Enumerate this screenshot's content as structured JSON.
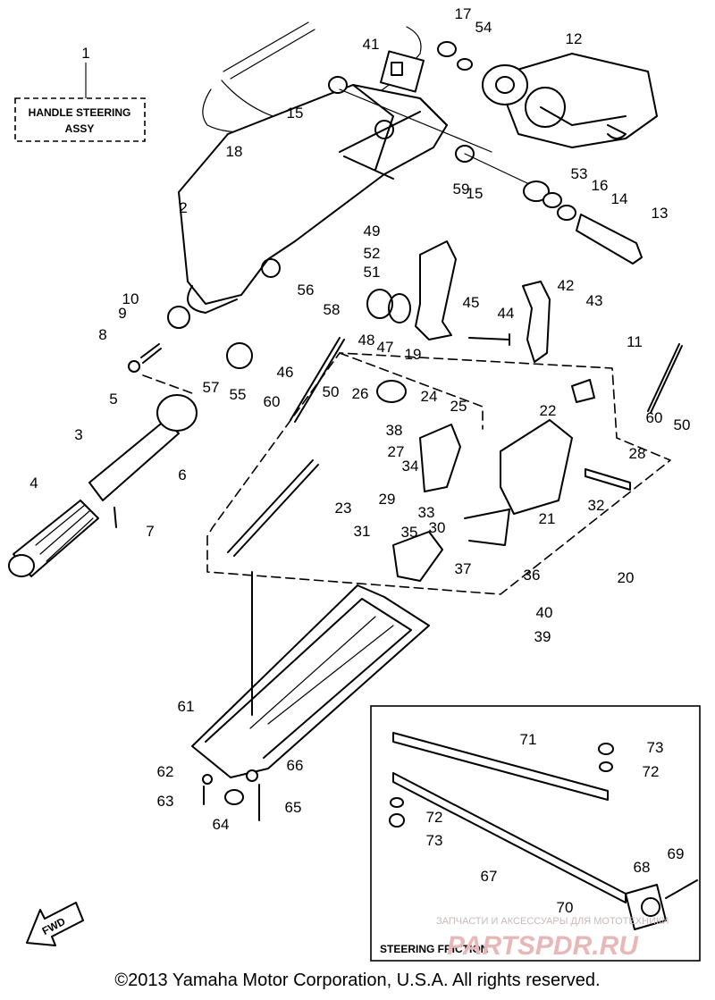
{
  "title_box": {
    "line1": "HANDLE STEERING",
    "line2": "ASSY",
    "number": "1"
  },
  "inset_box": {
    "label": "STEERING  FRICTION"
  },
  "fwd_arrow": {
    "label": "FWD"
  },
  "copyright": "©2013 Yamaha Motor Corporation, U.S.A. All rights reserved.",
  "watermark": {
    "line1": "ЗАПЧАСТИ И АКСЕССУАРЫ ДЛЯ МОТОТЕХНИКИ",
    "line2": "PARTSPDR.RU"
  },
  "callouts": [
    {
      "n": "1"
    },
    {
      "n": "2"
    },
    {
      "n": "3"
    },
    {
      "n": "4"
    },
    {
      "n": "5"
    },
    {
      "n": "6"
    },
    {
      "n": "7"
    },
    {
      "n": "8"
    },
    {
      "n": "9"
    },
    {
      "n": "10"
    },
    {
      "n": "11"
    },
    {
      "n": "12"
    },
    {
      "n": "13"
    },
    {
      "n": "14"
    },
    {
      "n": "15"
    },
    {
      "n": "15"
    },
    {
      "n": "16"
    },
    {
      "n": "17"
    },
    {
      "n": "18"
    },
    {
      "n": "19"
    },
    {
      "n": "20"
    },
    {
      "n": "21"
    },
    {
      "n": "22"
    },
    {
      "n": "23"
    },
    {
      "n": "24"
    },
    {
      "n": "25"
    },
    {
      "n": "26"
    },
    {
      "n": "27"
    },
    {
      "n": "28"
    },
    {
      "n": "29"
    },
    {
      "n": "30"
    },
    {
      "n": "31"
    },
    {
      "n": "32"
    },
    {
      "n": "33"
    },
    {
      "n": "34"
    },
    {
      "n": "35"
    },
    {
      "n": "36"
    },
    {
      "n": "37"
    },
    {
      "n": "38"
    },
    {
      "n": "39"
    },
    {
      "n": "40"
    },
    {
      "n": "41"
    },
    {
      "n": "42"
    },
    {
      "n": "43"
    },
    {
      "n": "44"
    },
    {
      "n": "45"
    },
    {
      "n": "46"
    },
    {
      "n": "47"
    },
    {
      "n": "48"
    },
    {
      "n": "49"
    },
    {
      "n": "50"
    },
    {
      "n": "50"
    },
    {
      "n": "51"
    },
    {
      "n": "52"
    },
    {
      "n": "53"
    },
    {
      "n": "54"
    },
    {
      "n": "55"
    },
    {
      "n": "56"
    },
    {
      "n": "57"
    },
    {
      "n": "58"
    },
    {
      "n": "59"
    },
    {
      "n": "60"
    },
    {
      "n": "60"
    },
    {
      "n": "61"
    },
    {
      "n": "62"
    },
    {
      "n": "63"
    },
    {
      "n": "64"
    },
    {
      "n": "65"
    },
    {
      "n": "66"
    },
    {
      "n": "67"
    },
    {
      "n": "68"
    },
    {
      "n": "69"
    },
    {
      "n": "70"
    },
    {
      "n": "71"
    },
    {
      "n": "72"
    },
    {
      "n": "72"
    },
    {
      "n": "73"
    },
    {
      "n": "73"
    }
  ]
}
